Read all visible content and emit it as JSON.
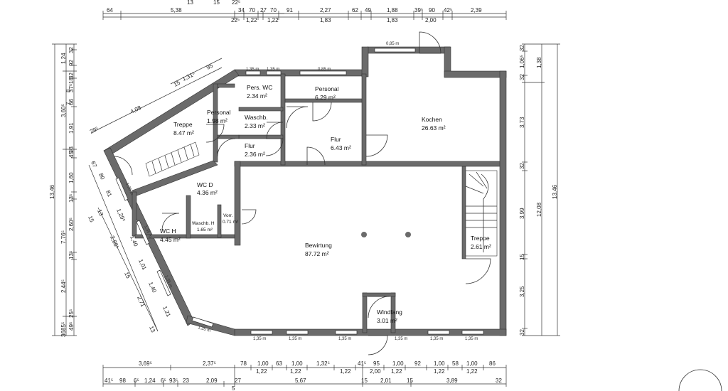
{
  "rooms": {
    "kochen": {
      "name": "Kochen",
      "area": "26.63 m²"
    },
    "pers_wc": {
      "name": "Pers. WC",
      "area": "2.34 m²"
    },
    "personal_top": {
      "name": "Personal",
      "area": "6.29 m²"
    },
    "personal_left": {
      "name": "Personal",
      "area": "1.98 m²"
    },
    "waschb": {
      "name": "Waschb.",
      "area": "2.33 m²"
    },
    "treppe_left": {
      "name": "Treppe",
      "area": "8.47 m²"
    },
    "flur_small": {
      "name": "Flur",
      "area": "2.36 m²"
    },
    "flur": {
      "name": "Flur",
      "area": "6.43 m²"
    },
    "wc_d": {
      "name": "WC D",
      "area": "4.36 m²"
    },
    "waschb_h": {
      "name": "Waschb. H",
      "area": "1.65 m²"
    },
    "vorr": {
      "name": "Vorr.",
      "area": "0.71 m²"
    },
    "wc_h": {
      "name": "WC H",
      "area": "4.45 m²"
    },
    "bewirtung": {
      "name": "Bewirtung",
      "area": "87.72 m²"
    },
    "treppe_right": {
      "name": "Treppe",
      "area": "2.61 m²"
    },
    "windfang": {
      "name": "Windfang",
      "area": "3.01 m²"
    }
  },
  "window_labels": {
    "top1": "1,35 m",
    "top2": "1,35 m",
    "top3": "0,85 m",
    "top4": "0,85 m",
    "bot1": "1,35 m",
    "bot2": "1,35 m",
    "bot3": "1,35 m",
    "bot4": "1,35 m",
    "bot5": "1,35 m",
    "bot6": "1,35 m",
    "diag": "1,35 m",
    "left1": "1,35 m",
    "left2": "1,35 m",
    "left3": "1,35 m"
  },
  "dims_top": {
    "row0": [
      "13",
      "15",
      "22⁵"
    ],
    "row1": [
      "64",
      "5,38",
      "34",
      "70",
      "27",
      "70",
      "91",
      "2,27",
      "62",
      "49",
      "1,88",
      "39⁵",
      "90",
      "42⁵",
      "2,39"
    ],
    "row2": [
      "22⁵",
      "1,22",
      "1,22",
      "1,83",
      "1,83",
      "2,00"
    ]
  },
  "dims_bottom": {
    "row1": [
      "3,69⁵",
      "2,37⁵",
      "78",
      "1,00",
      "63",
      "1,00",
      "1,32⁵",
      "41⁵",
      "95",
      "1,00",
      "92",
      "1,00",
      "58",
      "1,00",
      "86"
    ],
    "row2": [
      "1,22",
      "1,22",
      "1,22",
      "2,00",
      "1,22",
      "1,22",
      "1,22"
    ],
    "row3": [
      "41⁵",
      "98",
      "6⁵",
      "1,24",
      "6⁵",
      "93⁵",
      "23",
      "2,09",
      "27",
      "5,67",
      "15",
      "2,01",
      "15",
      "3,89",
      "32"
    ],
    "row4": [
      "5"
    ]
  },
  "dims_left": {
    "outer": "13,46",
    "mid": [
      "1,24",
      "3,60⁵",
      "7,76⁵",
      "2,44⁵",
      "85⁵"
    ],
    "inner": [
      "32",
      "92",
      "32",
      "37⁵",
      "66",
      "1,91",
      "45⁵",
      "1,60",
      "13⁵",
      "2,60⁵",
      "13⁵",
      "25⁵",
      "36",
      "49⁵"
    ],
    "extra": [
      "8",
      "18",
      "7",
      "13"
    ]
  },
  "dims_right": {
    "outer": "13,46",
    "mid": [
      "1,38",
      "12,08"
    ],
    "inner": [
      "32",
      "1,06⁵",
      "32",
      "3,73",
      "32",
      "3,99",
      "15",
      "3,25",
      "32"
    ]
  },
  "dims_diag_top": [
    "4,08",
    "15",
    "1,31⁵",
    "95",
    "29⁵"
  ],
  "dims_diag_left": [
    "67",
    "80",
    "81",
    "13",
    "1,29⁵",
    "15",
    "2,88⁵",
    "1,40",
    "1,01",
    "15",
    "1,40",
    "2,71",
    "1,21",
    "13"
  ]
}
